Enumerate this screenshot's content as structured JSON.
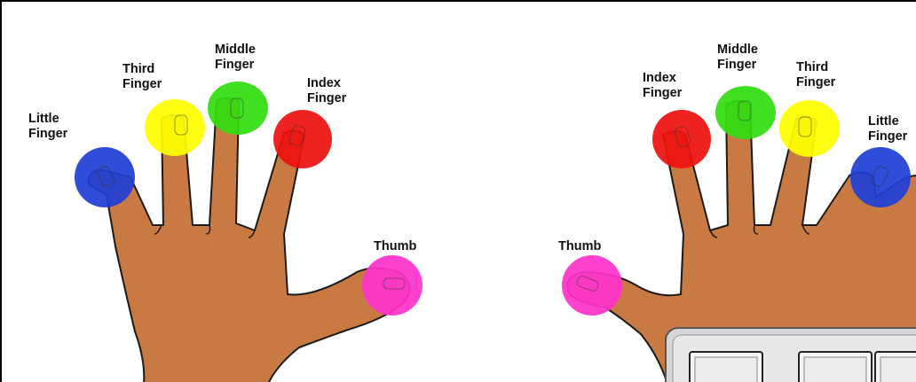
{
  "labels": {
    "left": {
      "little": "Little\nFinger",
      "third": "Third\nFinger",
      "middle": "Middle\nFinger",
      "index": "Index\nFinger",
      "thumb": "Thumb"
    },
    "right": {
      "index": "Index\nFinger",
      "middle": "Middle\nFinger",
      "third": "Third\nFinger",
      "little": "Little\nFinger",
      "thumb": "Thumb"
    }
  },
  "colors": {
    "skin": "#c97a43",
    "outline": "#1a1a1a",
    "little": "#1f3fd6",
    "third": "#ffff00",
    "middle": "#33dd11",
    "index": "#ee1111",
    "thumb": "#ff33cc",
    "keyboard": "#d6d6d6"
  }
}
